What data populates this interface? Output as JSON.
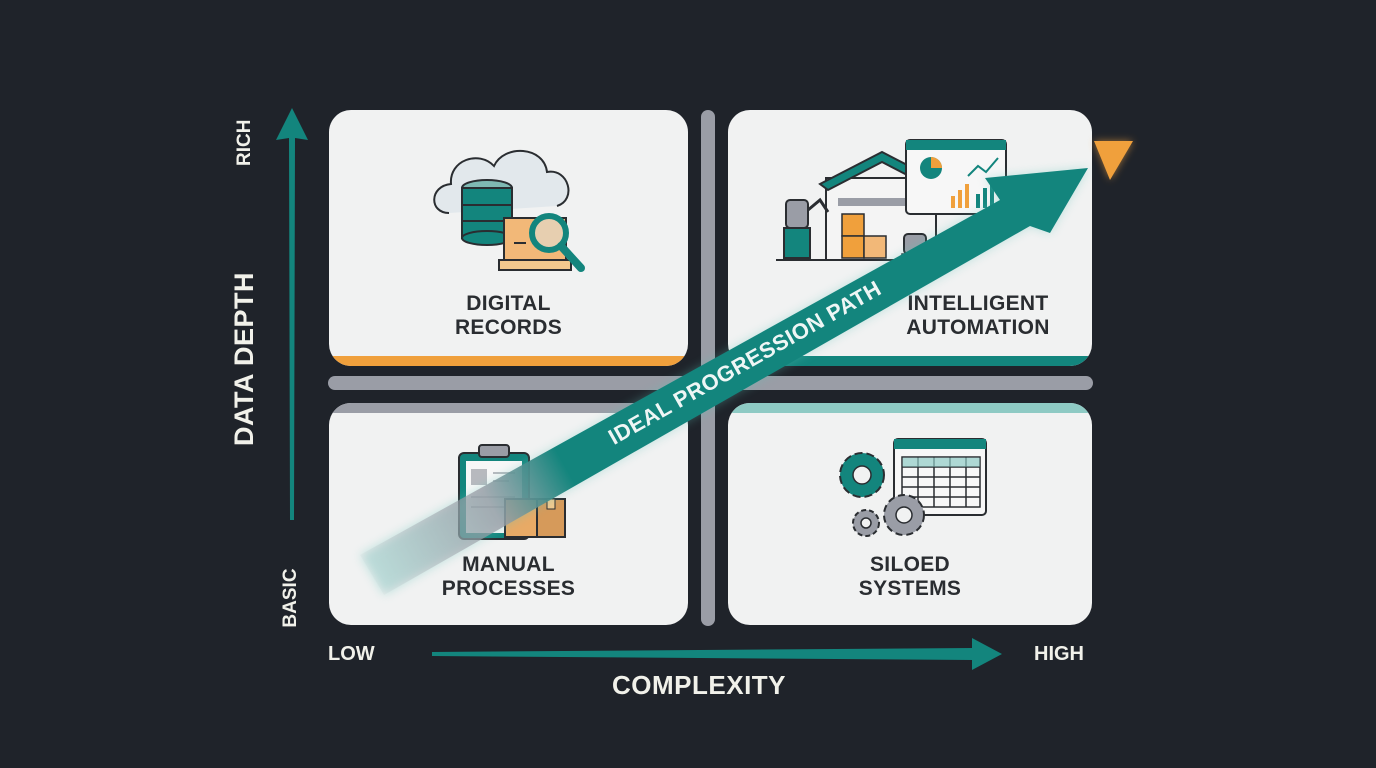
{
  "diagram": {
    "type": "2x2 matrix",
    "y_axis": {
      "title": "DATA DEPTH",
      "low_label": "BASIC",
      "high_label": "RICH"
    },
    "x_axis": {
      "title": "COMPLEXITY",
      "low_label": "LOW",
      "high_label": "HIGH"
    },
    "path_label": "IDEAL PROGRESSION PATH",
    "quadrants": [
      {
        "position": "top-left",
        "line1": "DIGITAL",
        "line2": "RECORDS",
        "icon": "cloud-database-box-magnifier-icon",
        "accent": "#f0a03c"
      },
      {
        "position": "top-right",
        "line1": "INTELLIGENT",
        "line2": "AUTOMATION",
        "icon": "warehouse-robots-dashboard-icon",
        "accent": "#13857d"
      },
      {
        "position": "bottom-left",
        "line1": "MANUAL",
        "line2": "PROCESSES",
        "icon": "clipboard-boxes-icon",
        "accent": "#9a9da6"
      },
      {
        "position": "bottom-right",
        "line1": "SILOED",
        "line2": "SYSTEMS",
        "icon": "gears-spreadsheet-icon",
        "accent": "#8ecac4"
      }
    ]
  },
  "colors": {
    "background": "#1f232a",
    "teal": "#13857d",
    "orange": "#f0a03c",
    "card": "#f1f2f2",
    "divider": "#9a9da6",
    "text_light": "#f1f1ea",
    "text_dark": "#2a2d31"
  }
}
